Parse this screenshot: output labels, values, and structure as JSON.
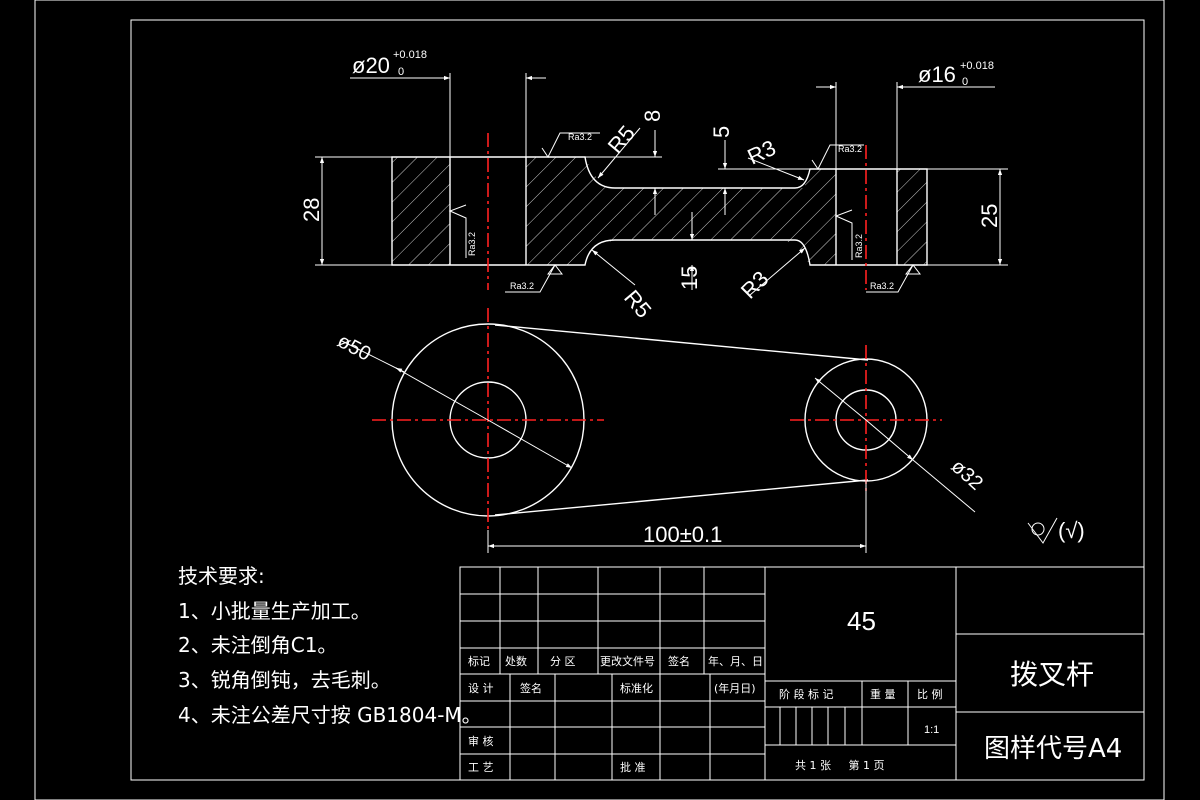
{
  "drawing": {
    "dims": {
      "dia20": "ø20",
      "dia20_tol_upper": "+0.018",
      "dia20_tol_lower": "0",
      "dia16": "ø16",
      "dia16_tol_upper": "+0.018",
      "dia16_tol_lower": "0",
      "r5_top": "R5",
      "dim8": "8",
      "dim5": "5",
      "r3_top": "R3",
      "dim28": "28",
      "dim25": "25",
      "r5_bottom": "R5",
      "dim15": "15",
      "r3_bottom": "R3",
      "dia50": "ø50",
      "dia32": "ø32",
      "center_distance": "100±0.1"
    },
    "roughness": {
      "top_left": "Ra3.2",
      "top_right": "Ra3.2",
      "bore_left": "Ra3.2",
      "bore_right": "Ra3.2",
      "bottom_left": "Ra3.2",
      "bottom_right": "Ra3.2",
      "general_symbol": "(√)"
    }
  },
  "notes": {
    "title": "技术要求:",
    "items": [
      "1、小批量生产加工。",
      "2、未注倒角C1。",
      "3、锐角倒钝，去毛刺。",
      "4、未注公差尺寸按 GB1804-M。"
    ]
  },
  "title_block": {
    "material": "45",
    "part_name": "拨叉杆",
    "drawing_code": "图样代号A4",
    "row_headers": [
      "标记",
      "处数",
      "分 区",
      "更改文件号",
      "签名",
      "年、月、日"
    ],
    "design": "设 计",
    "signature": "签名",
    "standardization": "标准化",
    "date": "(年月日)",
    "review": "审 核",
    "process": "工 艺",
    "approve": "批 准",
    "stage_headers": [
      "阶 段 标 记",
      "重 量",
      "比 例"
    ],
    "scale": "1:1",
    "sheet_info": "共 1 张     第 1 页"
  }
}
